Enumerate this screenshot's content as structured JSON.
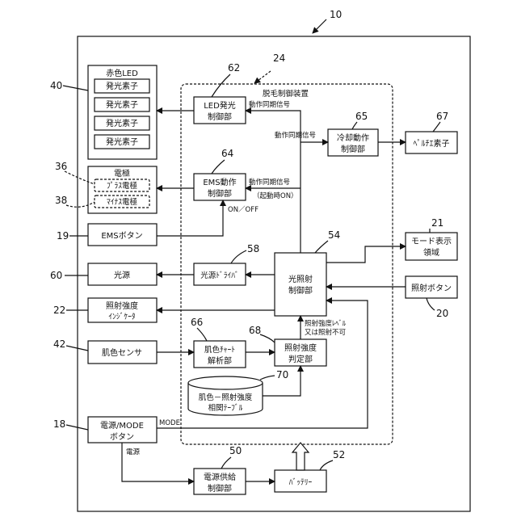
{
  "refs": {
    "device": "10",
    "controller": "24",
    "red_led": "40",
    "electrode": "36",
    "plus": "36",
    "minus": "38",
    "ems_button": "19",
    "light_source": "60",
    "indicator": "22",
    "sensor": "42",
    "power_button": "18",
    "led_ctrl": "62",
    "ems_ctrl": "64",
    "cooling": "65",
    "peltier": "67",
    "mode_area": "21",
    "light_ctrl": "54",
    "driver": "58",
    "irradiate_button": "20",
    "chart_parser": "66",
    "judge": "68",
    "table": "70",
    "supply": "50",
    "battery": "52"
  },
  "labels": {
    "controller_title": "脱毛制御装置",
    "red_led_title": "赤色LED",
    "emitter_items": [
      "発光素子",
      "発光素子",
      "発光素子",
      "発光素子"
    ],
    "electrode_title": "電極",
    "plus_electrode": "ﾌﾟﾗｽ電極",
    "minus_electrode": "ﾏｲﾅｽ電極",
    "ems_button": "EMSボタン",
    "light_source": "光源",
    "indicator": [
      "照射強度",
      "ｲﾝｼﾞｹｰﾀ"
    ],
    "skin_sensor": "肌色センサ",
    "power_button": [
      "電源/MODE",
      "ボタン"
    ],
    "led_ctrl": [
      "LED発光",
      "制御部"
    ],
    "ems_ctrl": [
      "EMS動作",
      "制御部"
    ],
    "driver": "光源ﾄﾞﾗｲﾊﾞ",
    "chart_parser": [
      "肌色ﾁｬｰﾄ",
      "解析部"
    ],
    "judge": [
      "照射強度",
      "判定部"
    ],
    "table": [
      "肌色－照射強度",
      "相関ﾃｰﾌﾞﾙ"
    ],
    "light_ctrl": [
      "光照射",
      "制御部"
    ],
    "cooling": [
      "冷却動作",
      "制御部"
    ],
    "peltier": "ﾍﾟﾙﾁｴ素子",
    "mode_area": [
      "モード表示",
      "領域"
    ],
    "irradiate_button": "照射ボタン",
    "supply": [
      "電源供給",
      "制御部"
    ],
    "battery": "ﾊﾞｯﾃﾘｰ"
  },
  "signals": {
    "sync_led": "動作同期信号",
    "sync_cool": "動作同期信号",
    "sync_ems": "動作同期信号",
    "start_on": "（起動時ON）",
    "on_off": "ON／OFF",
    "level": [
      "照射強度ﾚﾍﾞﾙ",
      "又は照射不可"
    ],
    "mode": "MODE",
    "power": "電源"
  }
}
